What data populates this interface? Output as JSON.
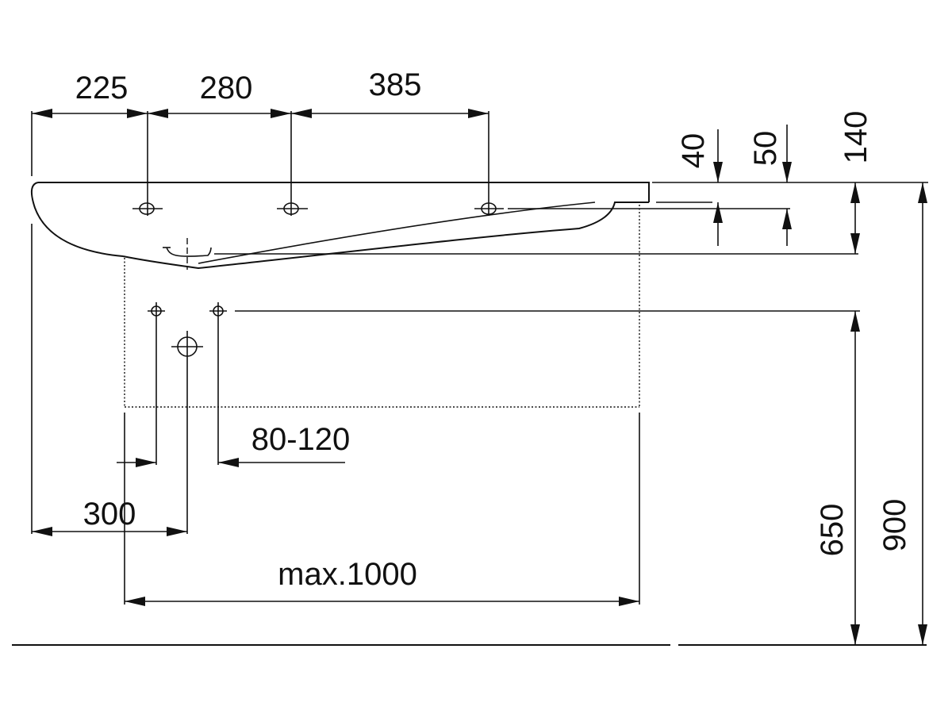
{
  "dimensions": {
    "d225": "225",
    "d280": "280",
    "d385": "385",
    "d40": "40",
    "d50": "50",
    "d140": "140",
    "d80_120": "80-120",
    "d300": "300",
    "dmax1000": "max.1000",
    "d650": "650",
    "d900": "900"
  },
  "colors": {
    "line": "#111111",
    "background": "#ffffff"
  }
}
